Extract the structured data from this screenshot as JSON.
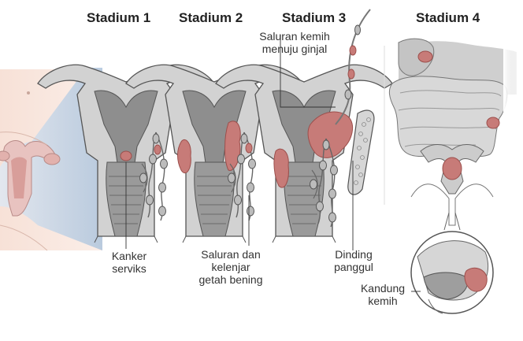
{
  "stages": [
    {
      "title": "Stadium 1"
    },
    {
      "title": "Stadium 2"
    },
    {
      "title": "Stadium 3"
    },
    {
      "title": "Stadium 4"
    }
  ],
  "labels": {
    "cervical_cancer": [
      "Kanker",
      "serviks"
    ],
    "lymph": [
      "Saluran dan",
      "kelenjar",
      "getah bening"
    ],
    "ureter": [
      "Saluran kemih",
      "menuju ginjal"
    ],
    "pelvic_wall": [
      "Dinding",
      "panggul"
    ],
    "bladder": [
      "Kandung",
      "kemih"
    ]
  },
  "colors": {
    "tissue": "#c9c9c9",
    "tissue_dark": "#8e8e8e",
    "tumor": "#c77b78",
    "tumor_dark": "#9c4f4c",
    "outline": "#555555",
    "skin": "#f7e1d7",
    "zoom": "#c6d6e8"
  }
}
